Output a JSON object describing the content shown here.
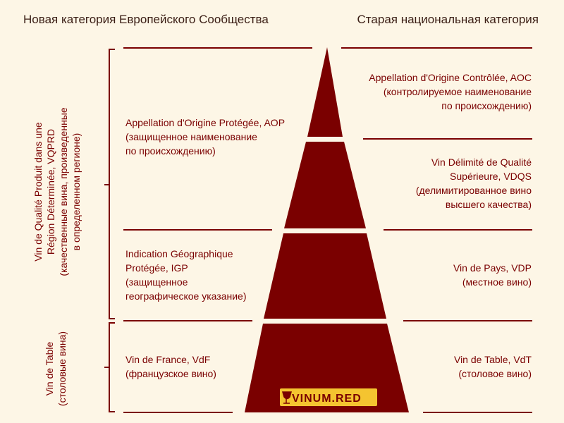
{
  "headers": {
    "new_category": "Новая категория Европейского Сообщества",
    "old_category": "Старая национальная категория"
  },
  "left_groups": {
    "vqprd": {
      "line1": "Vin de Qualité Produit dans une",
      "line2": "Région Déterminée, VQPRD",
      "line3": "(качественные вина, произведенные",
      "line4": "в определенном регионе)"
    },
    "table": {
      "line1": "Vin de Table",
      "line2": "(столовые вина)"
    }
  },
  "new_categories": [
    {
      "name": "Appellation d'Origine Protégée, AOP",
      "desc1": "(защищенное наименование",
      "desc2": "по происхождению)"
    },
    {
      "name1": "Indication Géographique",
      "name2": "Protégée, IGP",
      "desc1": "(защищенное",
      "desc2": "географическое указание)"
    },
    {
      "name": "Vin de France, VdF",
      "desc1": "(французское вино)"
    }
  ],
  "old_categories": [
    {
      "name": "Appellation d'Origine Contrôlée, AOC",
      "desc1": "(контролируемое наименование",
      "desc2": "по происхождению)"
    },
    {
      "name1": "Vin Délimité de Qualité",
      "name2": "Supérieure, VDQS",
      "desc1": "(делимитированное вино",
      "desc2": "высшего качества)"
    },
    {
      "name": "Vin de Pays, VDP",
      "desc1": "(местное вино)"
    },
    {
      "name": "Vin de Table, VdT",
      "desc1": "(столовое вино)"
    }
  ],
  "logo": {
    "text": "VINUM.RED"
  },
  "colors": {
    "background": "#fdf6e6",
    "pyramid": "#7a0000",
    "text": "#7a0000",
    "header_text": "#3a1d14",
    "logo_bg": "#f4c430"
  }
}
